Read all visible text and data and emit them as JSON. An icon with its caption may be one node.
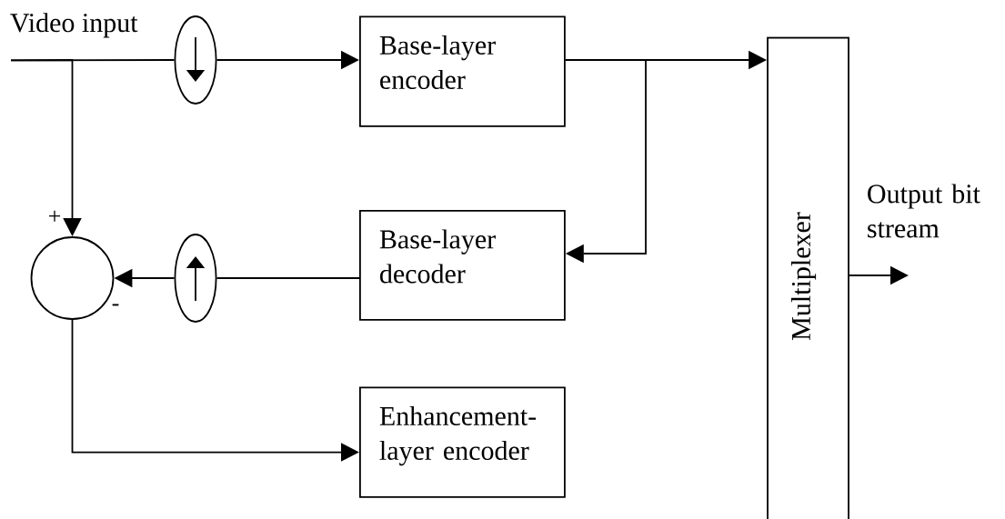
{
  "diagram": {
    "nodes": [
      {
        "text": [
          "Video input"
        ]
      },
      {
        "text": [],
        "shape": "ellipse"
      },
      {
        "text": [
          "Base-layer encoder"
        ]
      },
      {
        "text": [
          "Multiplexer"
        ]
      },
      {
        "text": [],
        "shape": "circle",
        "beside": [
          "+",
          "-"
        ]
      },
      {
        "text": [],
        "shape": "ellipse"
      },
      {
        "text": [
          "Base-layer decoder"
        ]
      },
      {
        "text": [
          "Enhancement-layer encoder"
        ]
      }
    ],
    "edges": [
      {
        "from": 0,
        "to": 1,
        "arrow": "none"
      },
      {
        "from": 1,
        "to": 2,
        "arrow": "to"
      },
      {
        "from": 2,
        "to": 3,
        "arrow": "to"
      },
      {
        "from": 2,
        "to": 6,
        "arrow": "to"
      },
      {
        "from": 0,
        "to": 4,
        "arrow": "to"
      },
      {
        "from": 6,
        "to": 5,
        "arrow": "none"
      },
      {
        "from": 5,
        "to": 4,
        "arrow": "to"
      },
      {
        "from": 4,
        "to": 7,
        "arrow": "to"
      },
      {
        "from": 3,
        "to": null,
        "arrow": "to",
        "label": "Output bit stream"
      }
    ]
  }
}
